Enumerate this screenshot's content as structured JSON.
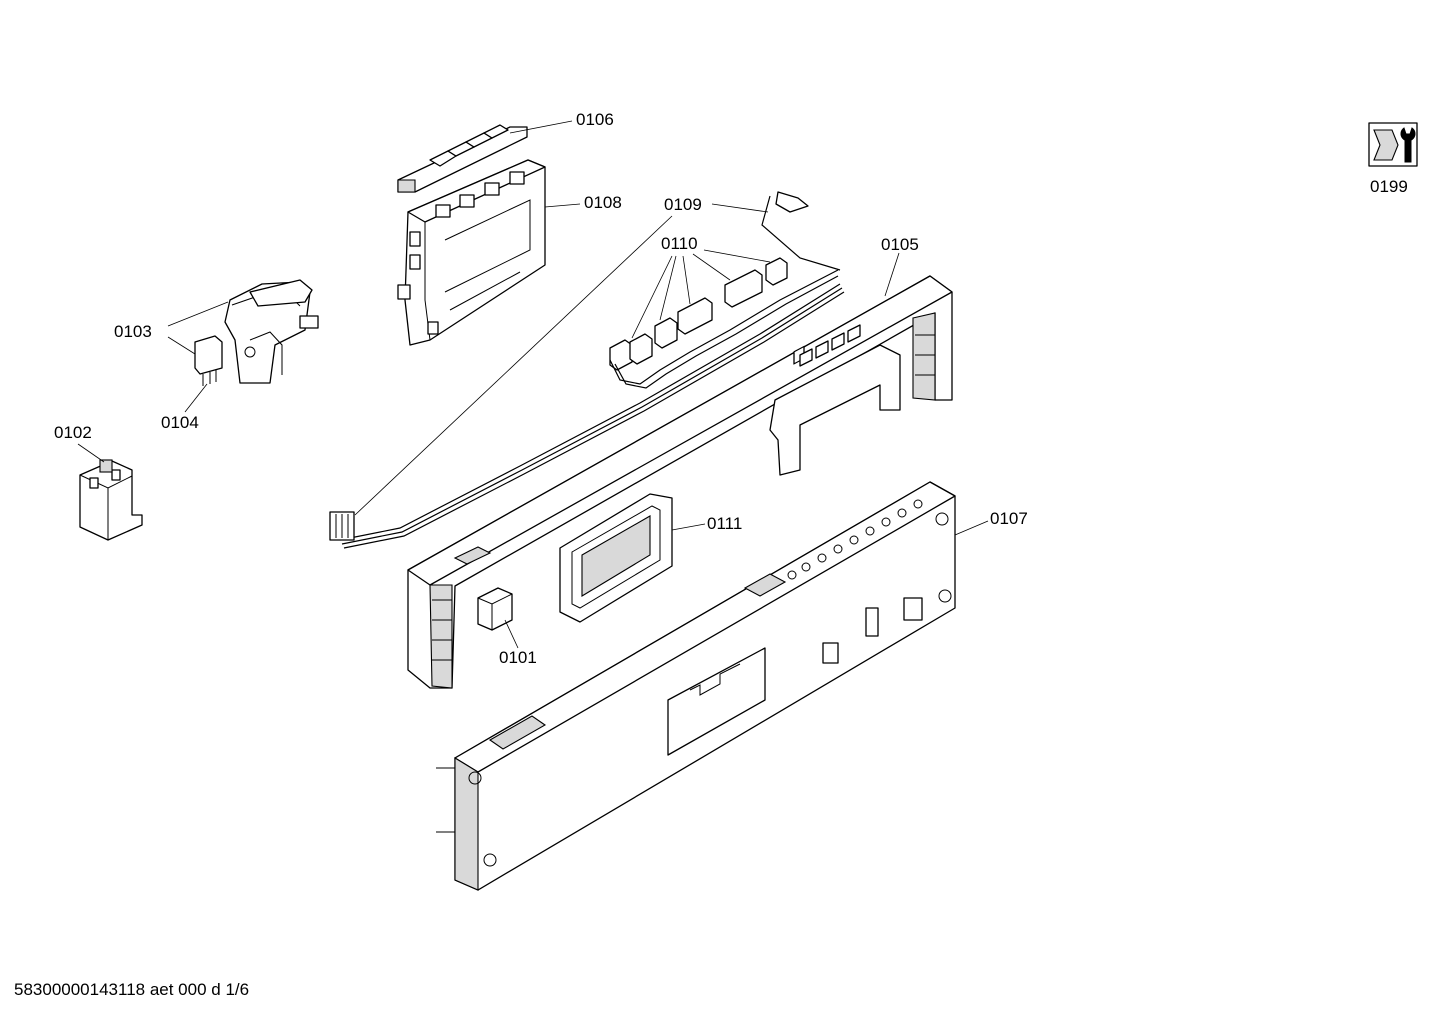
{
  "diagram": {
    "callouts": {
      "c0101": "0101",
      "c0102": "0102",
      "c0103": "0103",
      "c0104": "0104",
      "c0105": "0105",
      "c0106": "0106",
      "c0107": "0107",
      "c0108": "0108",
      "c0109": "0109",
      "c0110": "0110",
      "c0111": "0111",
      "c0199": "0199"
    },
    "icons": {
      "service_kit": "wrench-nut-icon"
    }
  },
  "footer": {
    "document_id": "58300000143118 aet 000 d 1/6"
  }
}
